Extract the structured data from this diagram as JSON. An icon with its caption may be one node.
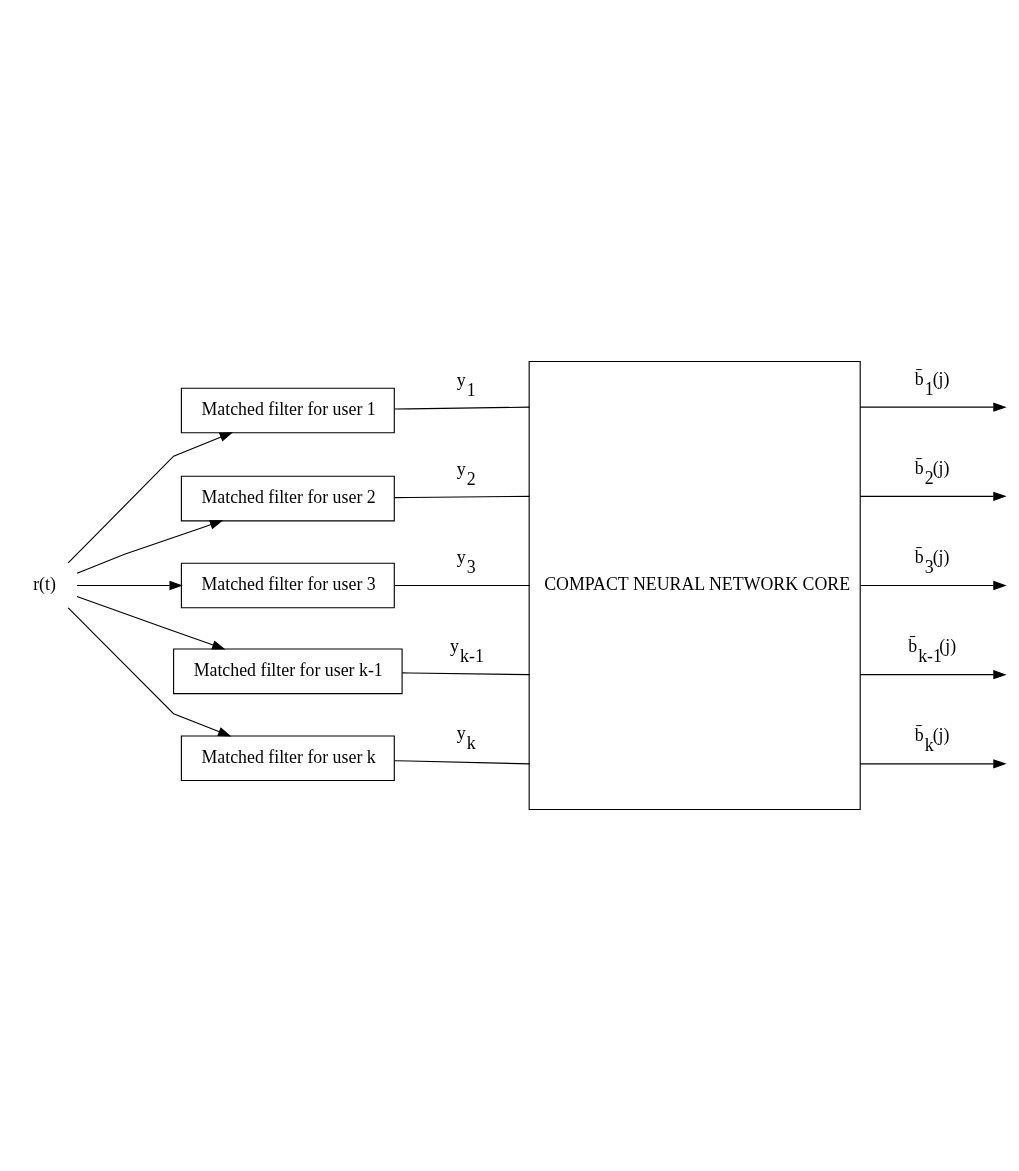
{
  "diagram": {
    "nodes": [
      {
        "text": [
          "r(t)"
        ]
      },
      {
        "text": [
          "Matched filter for user 1"
        ]
      },
      {
        "text": [
          "Matched filter for user 2"
        ]
      },
      {
        "text": [
          "Matched filter for user 3"
        ]
      },
      {
        "text": [
          "Matched filter for user k-1"
        ]
      },
      {
        "text": [
          "Matched filter for user k"
        ]
      },
      {
        "text": [
          "COMPACT NEURAL NETWORK CORE"
        ]
      }
    ],
    "edges": [
      {
        "from": 0,
        "to": 1,
        "arrow": "to"
      },
      {
        "from": 0,
        "to": 2,
        "arrow": "to"
      },
      {
        "from": 0,
        "to": 3,
        "arrow": "to"
      },
      {
        "from": 0,
        "to": 4,
        "arrow": "to"
      },
      {
        "from": 0,
        "to": 5,
        "arrow": "to"
      },
      {
        "from": 1,
        "to": 6,
        "arrow": "none",
        "label": "y$_{1}$"
      },
      {
        "from": 2,
        "to": 6,
        "arrow": "none",
        "label": "y$_{2}$"
      },
      {
        "from": 3,
        "to": 6,
        "arrow": "none",
        "label": "y$_{3}$"
      },
      {
        "from": 4,
        "to": 6,
        "arrow": "none",
        "label": "y$_{k-1}$"
      },
      {
        "from": 5,
        "to": 6,
        "arrow": "none",
        "label": "y$_{k}$"
      },
      {
        "from": 6,
        "to": null,
        "arrow": "to",
        "label": "b̄$_{1}$(j)"
      },
      {
        "from": 6,
        "to": null,
        "arrow": "to",
        "label": "b̄$_{2}$(j)"
      },
      {
        "from": 6,
        "to": null,
        "arrow": "to",
        "label": "b̄$_{3}$(j)"
      },
      {
        "from": 6,
        "to": null,
        "arrow": "to",
        "label": "b̄$_{k-1}$(j)"
      },
      {
        "from": 6,
        "to": null,
        "arrow": "to",
        "label": "b̄$_{k}$(j)"
      }
    ]
  }
}
